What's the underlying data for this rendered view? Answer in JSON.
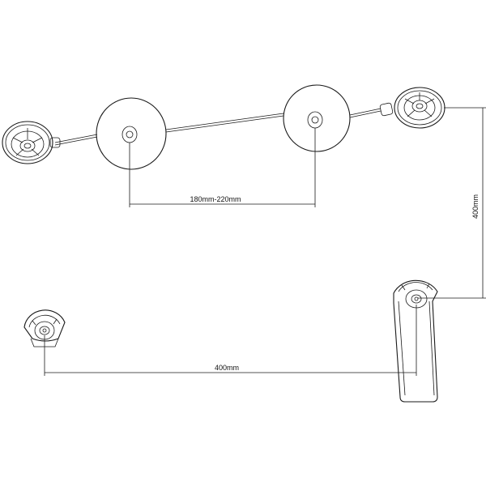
{
  "dimensions": {
    "spacer_distance": "180mm-220mm",
    "vertical_distance": "400mm",
    "horizontal_distance": "400mm"
  },
  "colors": {
    "stroke": "#1a1a1a",
    "background": "#ffffff"
  }
}
